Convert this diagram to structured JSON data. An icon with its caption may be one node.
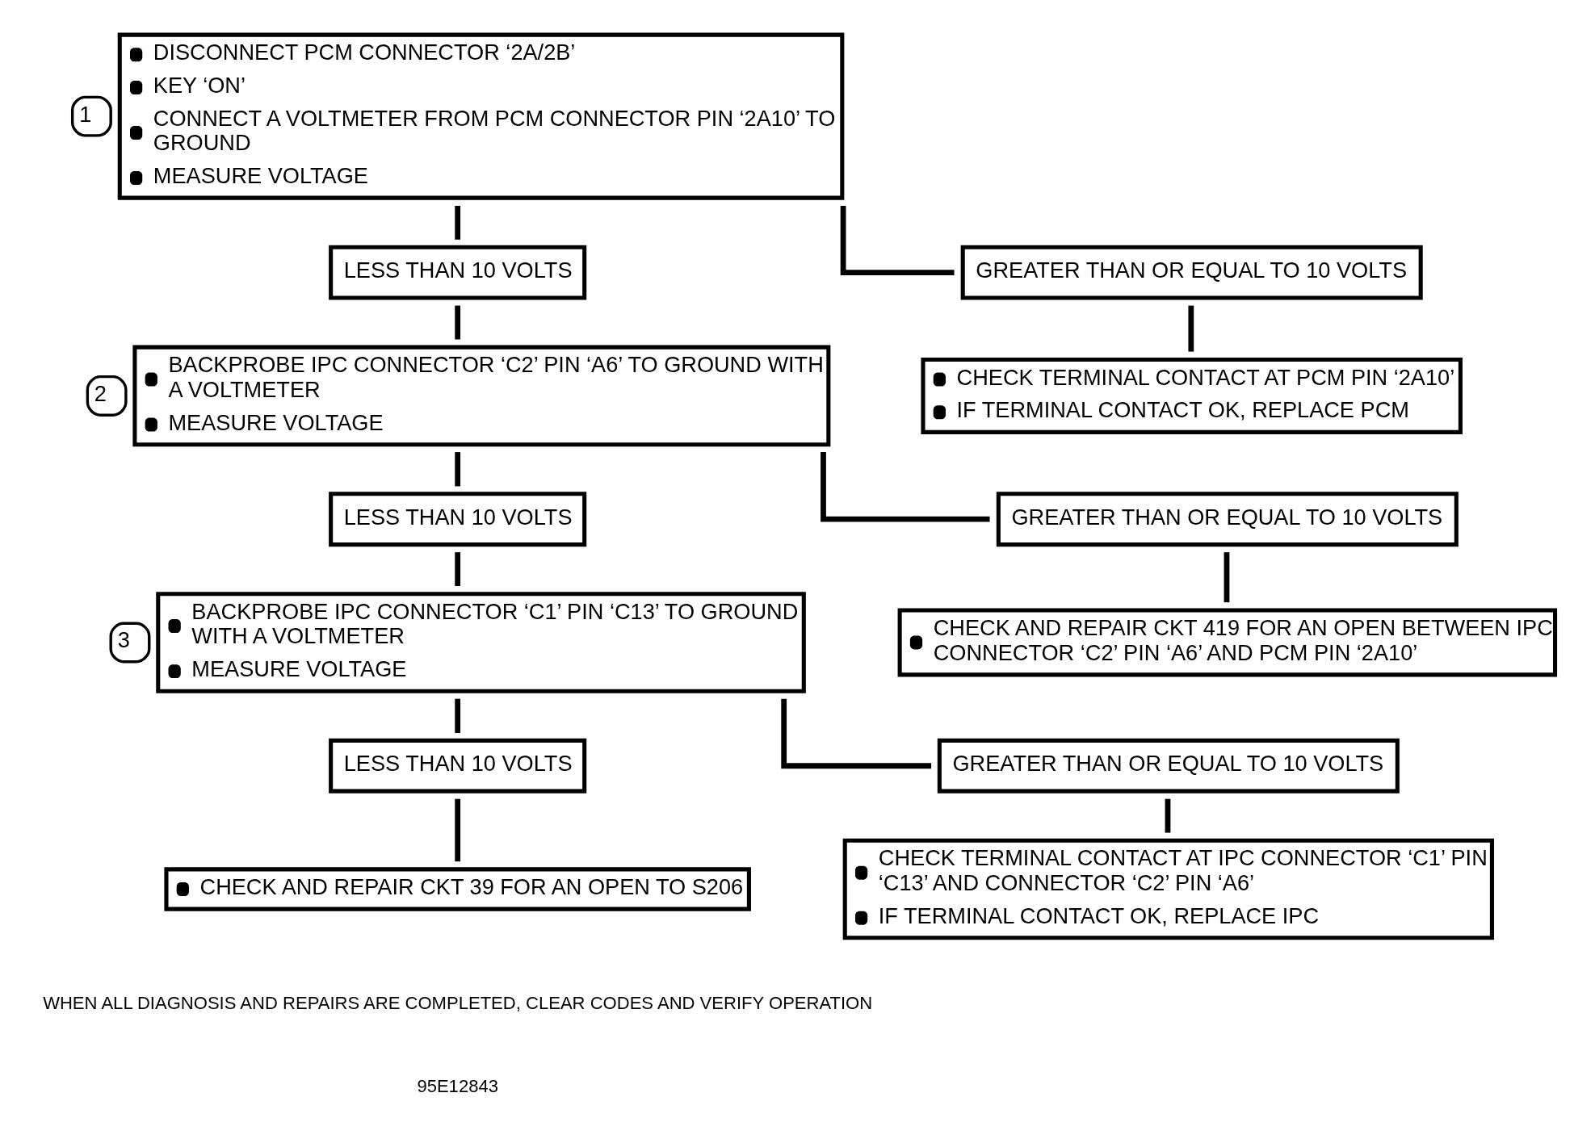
{
  "diagram": {
    "nodes": [
      {
        "text": [
          "DISCONNECT PCM CONNECTOR ‘2A/2B’",
          "KEY ‘ON’",
          "CONNECT A VOLTMETER FROM PCM CONNECTOR PIN ‘2A10’ TO GROUND",
          "MEASURE VOLTAGE"
        ],
        "beside": [
          "1"
        ]
      },
      {
        "text": [
          "LESS THAN 10 VOLTS"
        ]
      },
      {
        "text": [
          "GREATER THAN OR EQUAL TO 10 VOLTS"
        ]
      },
      {
        "text": [
          "BACKPROBE IPC CONNECTOR ‘C2’ PIN ‘A6’ TO GROUND WITH A VOLTMETER",
          "MEASURE VOLTAGE"
        ],
        "beside": [
          "2"
        ]
      },
      {
        "text": [
          "CHECK TERMINAL CONTACT AT PCM PIN ‘2A10’",
          "IF TERMINAL CONTACT OK, REPLACE PCM"
        ]
      },
      {
        "text": [
          "LESS THAN 10 VOLTS"
        ]
      },
      {
        "text": [
          "GREATER THAN OR EQUAL TO 10 VOLTS"
        ]
      },
      {
        "text": [
          "BACKPROBE IPC CONNECTOR ‘C1’ PIN ‘C13’ TO GROUND WITH A VOLTMETER",
          "MEASURE VOLTAGE"
        ],
        "beside": [
          "3"
        ]
      },
      {
        "text": [
          "CHECK AND REPAIR CKT 419 FOR AN OPEN BETWEEN IPC CONNECTOR ‘C2’ PIN ‘A6’ AND PCM PIN ‘2A10’"
        ]
      },
      {
        "text": [
          "LESS THAN 10 VOLTS"
        ]
      },
      {
        "text": [
          "GREATER THAN OR EQUAL TO 10 VOLTS"
        ]
      },
      {
        "text": [
          "CHECK AND REPAIR CKT 39 FOR AN OPEN TO S206"
        ]
      },
      {
        "text": [
          "CHECK TERMINAL CONTACT AT IPC CONNECTOR ‘C1’ PIN ‘C13’ AND CONNECTOR ‘C2’ PIN ‘A6’",
          "IF TERMINAL CONTACT OK, REPLACE IPC"
        ]
      }
    ],
    "edges": [
      {
        "from": 0,
        "to": 1,
        "arrow": "none"
      },
      {
        "from": 0,
        "to": 2,
        "arrow": "none"
      },
      {
        "from": 1,
        "to": 3,
        "arrow": "none"
      },
      {
        "from": 2,
        "to": 4,
        "arrow": "none"
      },
      {
        "from": 3,
        "to": 5,
        "arrow": "none"
      },
      {
        "from": 3,
        "to": 6,
        "arrow": "none"
      },
      {
        "from": 5,
        "to": 7,
        "arrow": "none"
      },
      {
        "from": 6,
        "to": 8,
        "arrow": "none"
      },
      {
        "from": 7,
        "to": 9,
        "arrow": "none"
      },
      {
        "from": 7,
        "to": 10,
        "arrow": "none"
      },
      {
        "from": 9,
        "to": 11,
        "arrow": "none"
      },
      {
        "from": 10,
        "to": 12,
        "arrow": "none"
      }
    ],
    "labels": [
      "WHEN ALL DIAGNOSIS AND REPAIRS ARE COMPLETED, CLEAR CODES AND VERIFY OPERATION",
      "95E12843"
    ]
  }
}
